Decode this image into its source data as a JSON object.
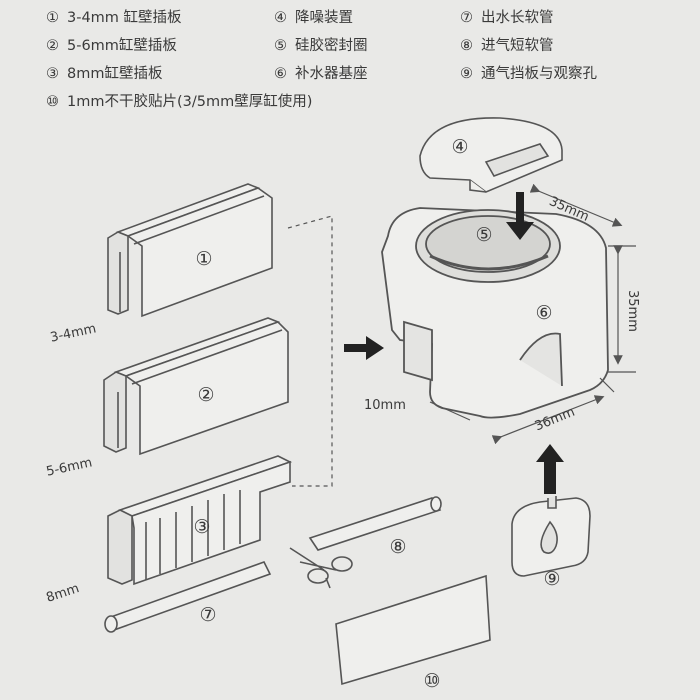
{
  "legend": [
    {
      "num": "①",
      "text": "3-4mm 缸壁插板"
    },
    {
      "num": "②",
      "text": "5-6mm缸壁插板"
    },
    {
      "num": "③",
      "text": "8mm缸壁插板"
    },
    {
      "num": "④",
      "text": "降噪装置"
    },
    {
      "num": "⑤",
      "text": "硅胶密封圈"
    },
    {
      "num": "⑥",
      "text": "补水器基座"
    },
    {
      "num": "⑦",
      "text": "出水长软管"
    },
    {
      "num": "⑧",
      "text": "进气短软管"
    },
    {
      "num": "⑨",
      "text": "通气挡板与观察孔"
    },
    {
      "num": "⑩",
      "text": "1mm不干胶贴片(3/5mm壁厚缸使用)"
    }
  ],
  "part_markers": {
    "p1": "①",
    "p2": "②",
    "p3": "③",
    "p4": "④",
    "p5": "⑤",
    "p6": "⑥",
    "p7": "⑦",
    "p8": "⑧",
    "p9": "⑨",
    "p10": "⑩"
  },
  "dimensions": {
    "plate1": "3-4mm",
    "plate2": "5-6mm",
    "plate3": "8mm",
    "top_width": "35mm",
    "height": "35mm",
    "bottom_width": "36mm",
    "slot": "10mm"
  },
  "colors": {
    "background": "#e9e9e7",
    "line": "#555555",
    "arrow": "#222222"
  }
}
